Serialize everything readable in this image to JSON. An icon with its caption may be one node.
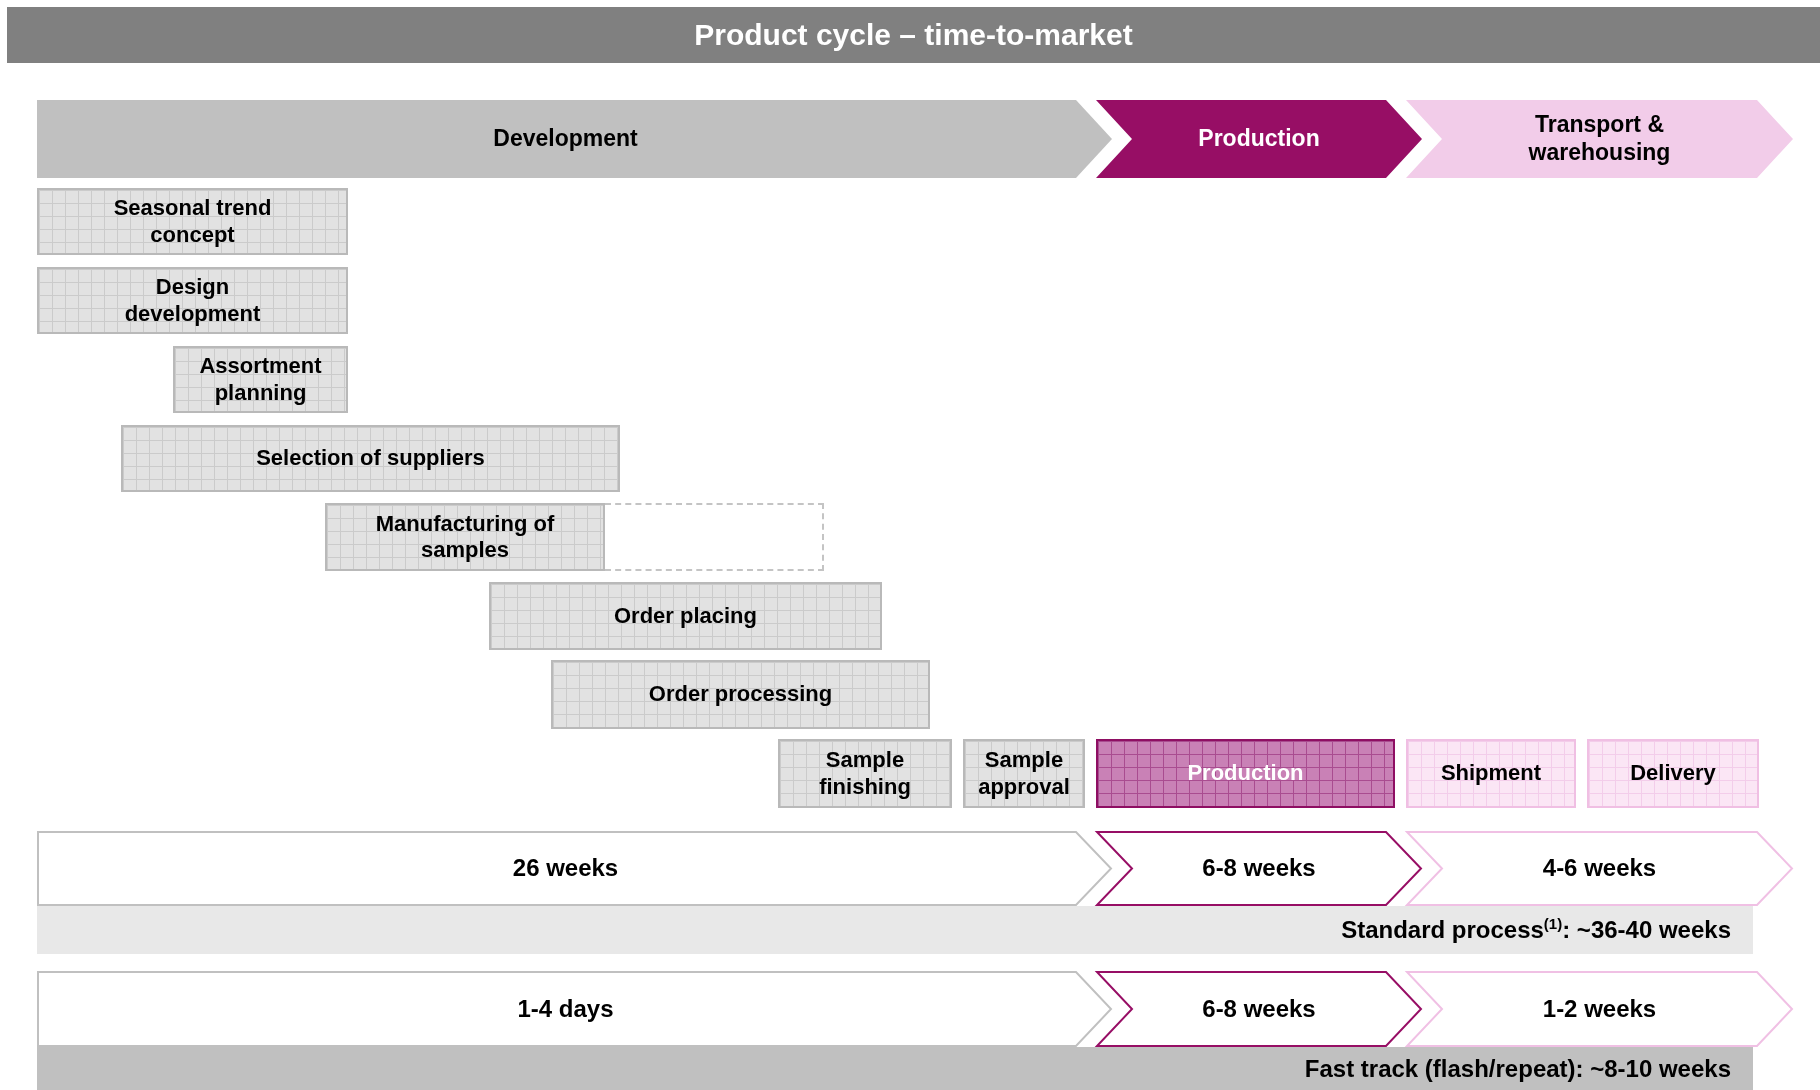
{
  "diagram": {
    "title": "Product cycle – time-to-market",
    "nodes": [
      {
        "text": [
          "Development"
        ]
      },
      {
        "text": [
          "Production"
        ]
      },
      {
        "text": [
          "Transport & warehousing"
        ]
      },
      {
        "text": [
          "Seasonal trend concept"
        ]
      },
      {
        "text": [
          "Design development"
        ]
      },
      {
        "text": [
          "Assortment planning"
        ]
      },
      {
        "text": [
          "Selection of suppliers"
        ]
      },
      {
        "text": [
          "Manufacturing of samples"
        ]
      },
      {
        "text": [],
        "shape": "box"
      },
      {
        "text": [
          "Order placing"
        ]
      },
      {
        "text": [
          "Order processing"
        ]
      },
      {
        "text": [
          "Sample finishing"
        ]
      },
      {
        "text": [
          "Sample approval"
        ]
      },
      {
        "text": [
          "Production"
        ]
      },
      {
        "text": [
          "Shipment"
        ]
      },
      {
        "text": [
          "Delivery"
        ]
      },
      {
        "text": [
          "Standard process$^{(1)}$: ~36-40 weeks"
        ]
      },
      {
        "text": [
          "26 weeks"
        ]
      },
      {
        "text": [
          "6-8 weeks"
        ]
      },
      {
        "text": [
          "4-6 weeks"
        ]
      },
      {
        "text": [
          "Fast track (flash/repeat): ~8-10 weeks"
        ]
      },
      {
        "text": [
          "1-4 days"
        ]
      },
      {
        "text": [
          "6-8 weeks"
        ]
      },
      {
        "text": [
          "1-2 weeks"
        ]
      }
    ]
  }
}
